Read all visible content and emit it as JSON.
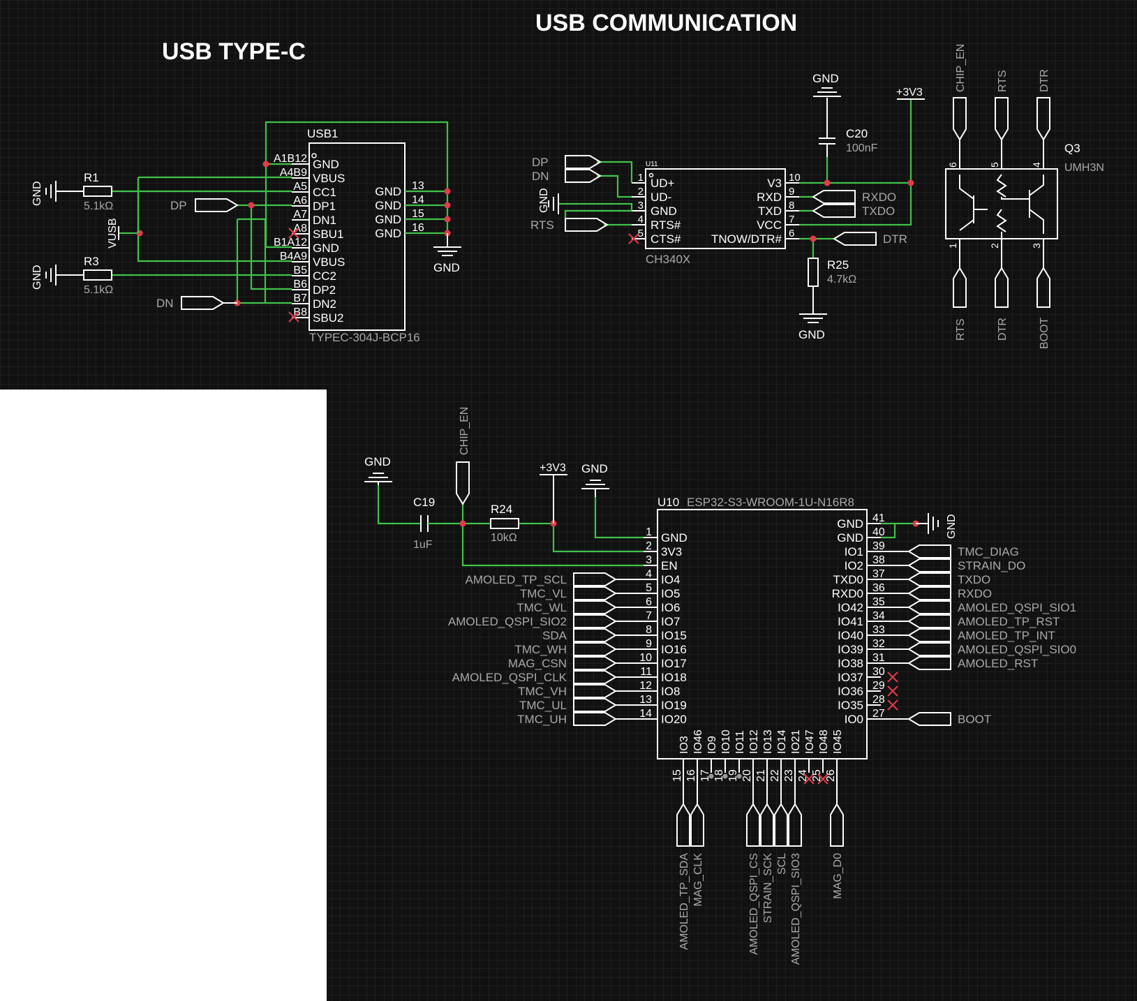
{
  "sheet1": {
    "title": "USB TYPE-C",
    "usb": {
      "ref": "USB1",
      "part": "TYPEC-304J-BCP16",
      "left_pins": [
        {
          "num": "A1B12",
          "name": "GND"
        },
        {
          "num": "A4B9",
          "name": "VBUS"
        },
        {
          "num": "A5",
          "name": "CC1"
        },
        {
          "num": "A6",
          "name": "DP1"
        },
        {
          "num": "A7",
          "name": "DN1"
        },
        {
          "num": "A8",
          "name": "SBU1"
        },
        {
          "num": "B1A12",
          "name": "GND"
        },
        {
          "num": "B4A9",
          "name": "VBUS"
        },
        {
          "num": "B5",
          "name": "CC2"
        },
        {
          "num": "B6",
          "name": "DP2"
        },
        {
          "num": "B7",
          "name": "DN2"
        },
        {
          "num": "B8",
          "name": "SBU2"
        }
      ],
      "right_pins": [
        {
          "num": "13",
          "name": "GND"
        },
        {
          "num": "14",
          "name": "GND"
        },
        {
          "num": "15",
          "name": "GND"
        },
        {
          "num": "16",
          "name": "GND"
        }
      ]
    },
    "r1": {
      "ref": "R1",
      "value": "5.1kΩ"
    },
    "r3": {
      "ref": "R3",
      "value": "5.1kΩ"
    },
    "gnd": "GND",
    "vusb": "VUSB",
    "dp": "DP",
    "dn": "DN"
  },
  "sheet2": {
    "title": "USB COMMUNICATION",
    "ch340": {
      "ref": "U11",
      "part": "CH340X",
      "left_pins": [
        {
          "num": "1",
          "name": "UD+"
        },
        {
          "num": "2",
          "name": "UD-"
        },
        {
          "num": "3",
          "name": "GND"
        },
        {
          "num": "4",
          "name": "RTS#"
        },
        {
          "num": "5",
          "name": "CTS#"
        }
      ],
      "right_pins": [
        {
          "num": "10",
          "name": "V3"
        },
        {
          "num": "9",
          "name": "RXD"
        },
        {
          "num": "8",
          "name": "TXD"
        },
        {
          "num": "7",
          "name": "VCC"
        },
        {
          "num": "6",
          "name": "TNOW/DTR#"
        }
      ]
    },
    "c20": {
      "ref": "C20",
      "value": "100nF"
    },
    "r25": {
      "ref": "R25",
      "value": "4.7kΩ"
    },
    "q3": {
      "ref": "Q3",
      "part": "UMH3N",
      "pins": [
        "6",
        "5",
        "4",
        "1",
        "2",
        "3"
      ]
    },
    "nets": {
      "dp": "DP",
      "dn": "DN",
      "gnd": "GND",
      "rts": "RTS",
      "v3v3": "+3V3",
      "rxdo": "RXDO",
      "txdo": "TXDO",
      "dtr": "DTR",
      "chip_en": "CHIP_EN",
      "boot": "BOOT"
    }
  },
  "sheet3": {
    "esp": {
      "ref": "U10",
      "part": "ESP32-S3-WROOM-1U-N16R8",
      "left_pins": [
        {
          "num": "1",
          "name": "GND",
          "net": ""
        },
        {
          "num": "2",
          "name": "3V3",
          "net": ""
        },
        {
          "num": "3",
          "name": "EN",
          "net": ""
        },
        {
          "num": "4",
          "name": "IO4",
          "net": "AMOLED_TP_SCL"
        },
        {
          "num": "5",
          "name": "IO5",
          "net": "TMC_VL"
        },
        {
          "num": "6",
          "name": "IO6",
          "net": "TMC_WL"
        },
        {
          "num": "7",
          "name": "IO7",
          "net": "AMOLED_QSPI_SIO2"
        },
        {
          "num": "8",
          "name": "IO15",
          "net": "SDA"
        },
        {
          "num": "9",
          "name": "IO16",
          "net": "TMC_WH"
        },
        {
          "num": "10",
          "name": "IO17",
          "net": "MAG_CSN"
        },
        {
          "num": "11",
          "name": "IO18",
          "net": "AMOLED_QSPI_CLK"
        },
        {
          "num": "12",
          "name": "IO8",
          "net": "TMC_VH"
        },
        {
          "num": "13",
          "name": "IO19",
          "net": "TMC_UL"
        },
        {
          "num": "14",
          "name": "IO20",
          "net": "TMC_UH"
        }
      ],
      "right_pins": [
        {
          "num": "41",
          "name": "GND",
          "net": ""
        },
        {
          "num": "40",
          "name": "GND",
          "net": ""
        },
        {
          "num": "39",
          "name": "IO1",
          "net": "TMC_DIAG"
        },
        {
          "num": "38",
          "name": "IO2",
          "net": "STRAIN_DO"
        },
        {
          "num": "37",
          "name": "TXD0",
          "net": "TXDO"
        },
        {
          "num": "36",
          "name": "RXD0",
          "net": "RXDO"
        },
        {
          "num": "35",
          "name": "IO42",
          "net": "AMOLED_QSPI_SIO1"
        },
        {
          "num": "34",
          "name": "IO41",
          "net": "AMOLED_TP_RST"
        },
        {
          "num": "33",
          "name": "IO40",
          "net": "AMOLED_TP_INT"
        },
        {
          "num": "32",
          "name": "IO39",
          "net": "AMOLED_QSPI_SIO0"
        },
        {
          "num": "31",
          "name": "IO38",
          "net": "AMOLED_RST"
        },
        {
          "num": "30",
          "name": "IO37",
          "net": ""
        },
        {
          "num": "29",
          "name": "IO36",
          "net": ""
        },
        {
          "num": "28",
          "name": "IO35",
          "net": ""
        },
        {
          "num": "27",
          "name": "IO0",
          "net": "BOOT"
        }
      ],
      "bottom_pins": [
        {
          "num": "15",
          "name": "IO3",
          "net": "AMOLED_TP_SDA"
        },
        {
          "num": "16",
          "name": "IO46",
          "net": "MAG_CLK"
        },
        {
          "num": "17",
          "name": "IO9",
          "net": ""
        },
        {
          "num": "18",
          "name": "IO10",
          "net": ""
        },
        {
          "num": "19",
          "name": "IO11",
          "net": ""
        },
        {
          "num": "20",
          "name": "IO12",
          "net": "AMOLED_QSPI_CS"
        },
        {
          "num": "21",
          "name": "IO13",
          "net": "STRAIN_SCK"
        },
        {
          "num": "22",
          "name": "IO14",
          "net": "SCL"
        },
        {
          "num": "23",
          "name": "IO21",
          "net": "AMOLED_QSPI_SIO3"
        },
        {
          "num": "24",
          "name": "IO47",
          "net": ""
        },
        {
          "num": "25",
          "name": "IO48",
          "net": ""
        },
        {
          "num": "26",
          "name": "IO45",
          "net": "MAG_D0"
        }
      ]
    },
    "c19": {
      "ref": "C19",
      "value": "1uF"
    },
    "r24": {
      "ref": "R24",
      "value": "10kΩ"
    },
    "nets": {
      "gnd": "GND",
      "chip_en": "CHIP_EN",
      "v3v3": "+3V3"
    }
  }
}
